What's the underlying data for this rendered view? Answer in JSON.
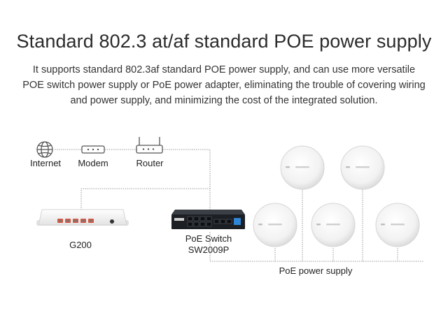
{
  "header": {
    "title": "Standard 802.3 at/af standard POE power supply",
    "description": "It supports standard 802.3af standard POE power supply, and can use more versatile POE switch power supply or PoE power adapter, eliminating the trouble of covering wiring and power supply, and minimizing the cost of the integrated solution."
  },
  "diagram": {
    "nodes": {
      "internet": "Internet",
      "modem": "Modem",
      "router": "Router",
      "gateway": "G200",
      "switch_line1": "PoE Switch",
      "switch_line2": "SW2009P",
      "poe_label": "PoE power supply"
    },
    "detector_count": 5,
    "icons": [
      "globe-icon",
      "modem-icon",
      "router-icon",
      "gateway-device",
      "poe-switch-device",
      "smoke-detector"
    ],
    "colors": {
      "line": "#9a9a9a",
      "gateway_ports": "#d9543f",
      "switch_body": "#1c1f24",
      "switch_port_accent": "#2f86d6"
    }
  }
}
